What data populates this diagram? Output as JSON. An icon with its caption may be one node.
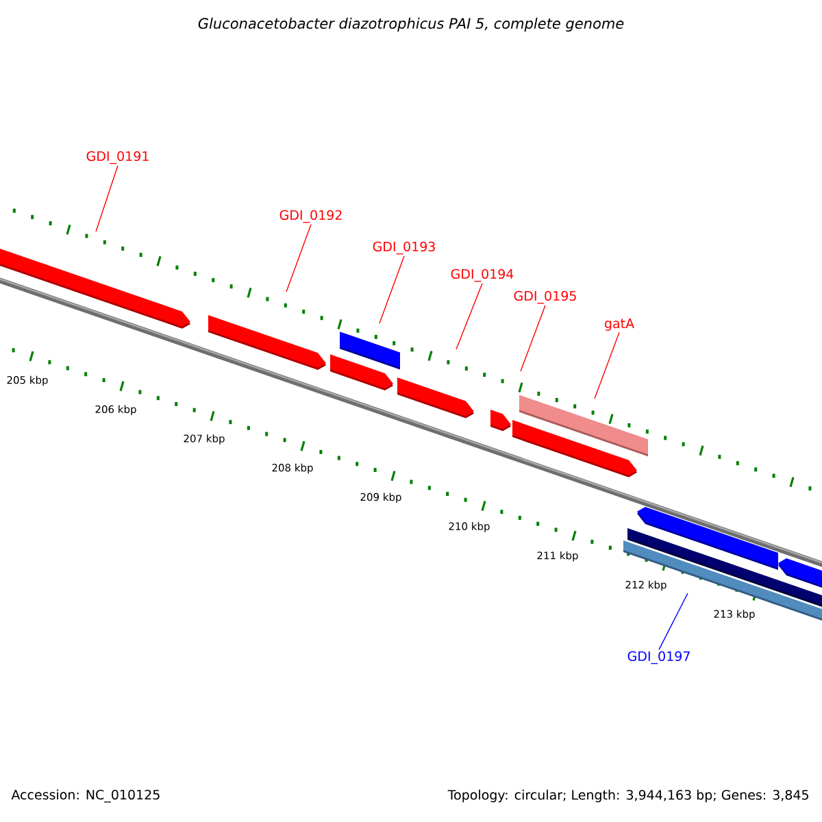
{
  "diagram": {
    "title": "Gluconacetobacter diazotrophicus PAI 5, complete genome",
    "nodes": [
      {
        "text": [
          "GDI_0191"
        ]
      },
      {
        "text": [
          "GDI_0192"
        ]
      },
      {
        "text": [
          "GDI_0193"
        ]
      },
      {
        "text": [
          "GDI_0194"
        ]
      },
      {
        "text": [
          "GDI_0195"
        ]
      },
      {
        "text": [
          "gatA"
        ]
      },
      {
        "text": [
          "GDI_0197"
        ]
      }
    ],
    "edges": [
      {
        "from": 0,
        "to": null,
        "arrow": "none"
      },
      {
        "from": 1,
        "to": null,
        "arrow": "none"
      },
      {
        "from": 2,
        "to": null,
        "arrow": "none"
      },
      {
        "from": 3,
        "to": null,
        "arrow": "none"
      },
      {
        "from": 4,
        "to": null,
        "arrow": "none"
      },
      {
        "from": 5,
        "to": null,
        "arrow": "none"
      },
      {
        "from": 6,
        "to": null,
        "arrow": "none",
        "color": "#0000ff"
      }
    ],
    "labels": [
      "205 kbp",
      "206 kbp",
      "207 kbp",
      "208 kbp",
      "209 kbp",
      "210 kbp",
      "211 kbp",
      "212 kbp",
      "213 kbp",
      "Accession: NC_010125",
      "Topology: circular; Length: 3,944,163 bp; Genes: 3,845"
    ]
  }
}
